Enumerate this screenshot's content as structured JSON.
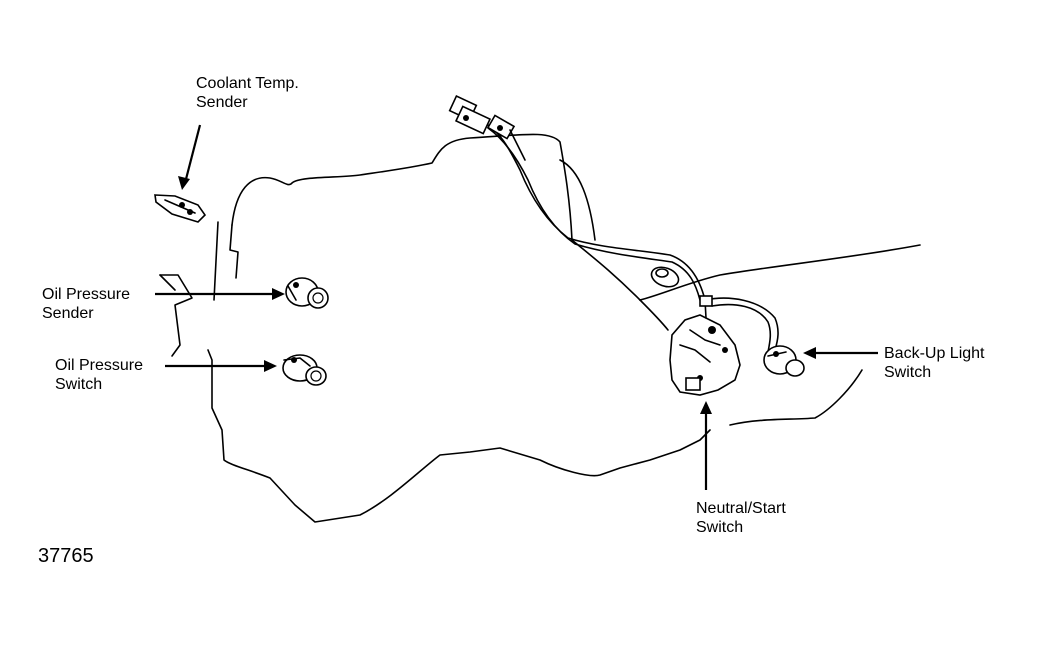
{
  "labels": {
    "coolant_temp_sender": [
      "Coolant Temp.",
      "Sender"
    ],
    "oil_pressure_sender": [
      "Oil Pressure",
      "Sender"
    ],
    "oil_pressure_switch": [
      "Oil Pressure",
      "Switch"
    ],
    "back_up_light_switch": [
      "Back-Up Light",
      "Switch"
    ],
    "neutral_start_switch": [
      "Neutral/Start",
      "Switch"
    ]
  },
  "figure_number": "37765"
}
